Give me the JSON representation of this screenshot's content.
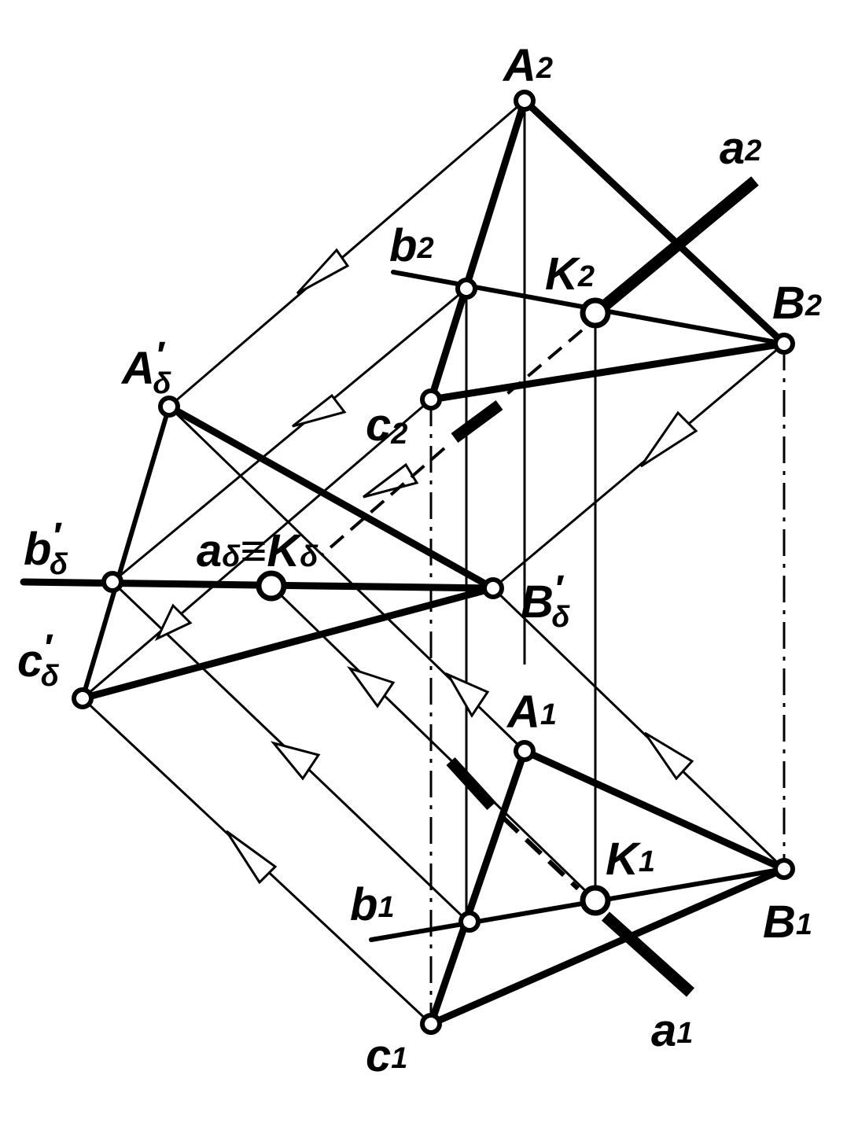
{
  "labels": {
    "A2": {
      "main": "A",
      "sub": "2"
    },
    "a2": {
      "main": "a",
      "sub": "2"
    },
    "b2": {
      "main": "b",
      "sub": "2"
    },
    "K2": {
      "main": "K",
      "sub": "2"
    },
    "B2": {
      "main": "B",
      "sub": "2"
    },
    "C2": {
      "main": "c",
      "sub": "2"
    },
    "Ad": {
      "main": "A",
      "sub": "δ",
      "prime": "′"
    },
    "bd": {
      "main": "b",
      "sub": "δ",
      "prime": "′"
    },
    "aK": {
      "a": "a",
      "sub1": "δ",
      "eq": "≡",
      "K": "K",
      "sub2": "δ"
    },
    "Bd": {
      "main": "B",
      "sub": "δ",
      "prime": "′"
    },
    "Cd": {
      "main": "c",
      "sub": "δ",
      "prime": "′"
    },
    "A1": {
      "main": "A",
      "sub": "1"
    },
    "K1": {
      "main": "K",
      "sub": "1"
    },
    "b1": {
      "main": "b",
      "sub": "1"
    },
    "B1": {
      "main": "B",
      "sub": "1"
    },
    "C1": {
      "main": "c",
      "sub": "1"
    },
    "a1": {
      "main": "a",
      "sub": "1"
    }
  }
}
